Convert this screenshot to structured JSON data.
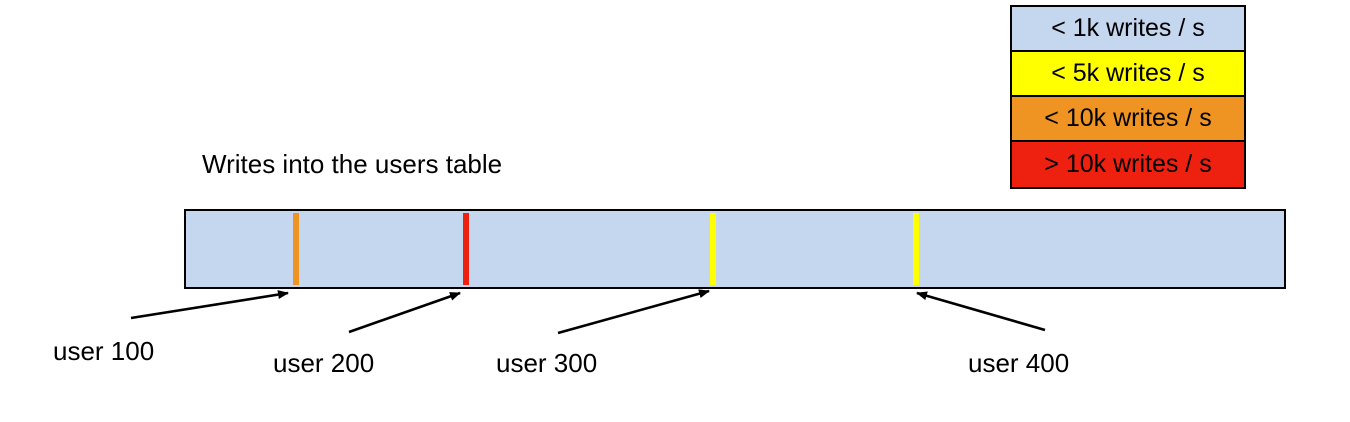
{
  "legend": {
    "items": [
      {
        "label": "< 1k writes / s",
        "color": "#c5d6ef"
      },
      {
        "label": "< 5k writes / s",
        "color": "#ffff00"
      },
      {
        "label": "< 10k writes / s",
        "color": "#ef9423"
      },
      {
        "label": "> 10k writes / s",
        "color": "#ee2010"
      }
    ]
  },
  "chart_data": {
    "type": "heatmap",
    "title": "Writes into the users table",
    "xlabel": "",
    "ylabel": "",
    "orientation": "horizontal",
    "background_band": {
      "label": "< 1k writes / s",
      "color": "#c5d6ef"
    },
    "legend_position": "top-right",
    "grid": false,
    "markers": [
      {
        "label": "user 100",
        "position_pct": 9.7,
        "band": "< 10k writes / s",
        "color": "#ef9423"
      },
      {
        "label": "user 200",
        "position_pct": 25.2,
        "band": "> 10k writes / s",
        "color": "#ee2010"
      },
      {
        "label": "user 300",
        "position_pct": 47.7,
        "band": "< 5k writes / s",
        "color": "#ffff00"
      },
      {
        "label": "user 400",
        "position_pct": 66.2,
        "band": "< 5k writes / s",
        "color": "#ffff00"
      }
    ],
    "annotations": [
      "user 100",
      "user 200",
      "user 300",
      "user 400"
    ]
  },
  "callouts": [
    {
      "label": "user 100"
    },
    {
      "label": "user 200"
    },
    {
      "label": "user 300"
    },
    {
      "label": "user 400"
    }
  ],
  "colors": {
    "outline": "#000000",
    "band_low": "#c5d6ef",
    "band_mid": "#ffff00",
    "band_high": "#ef9423",
    "band_max": "#ee2010",
    "background": "#ffffff"
  }
}
